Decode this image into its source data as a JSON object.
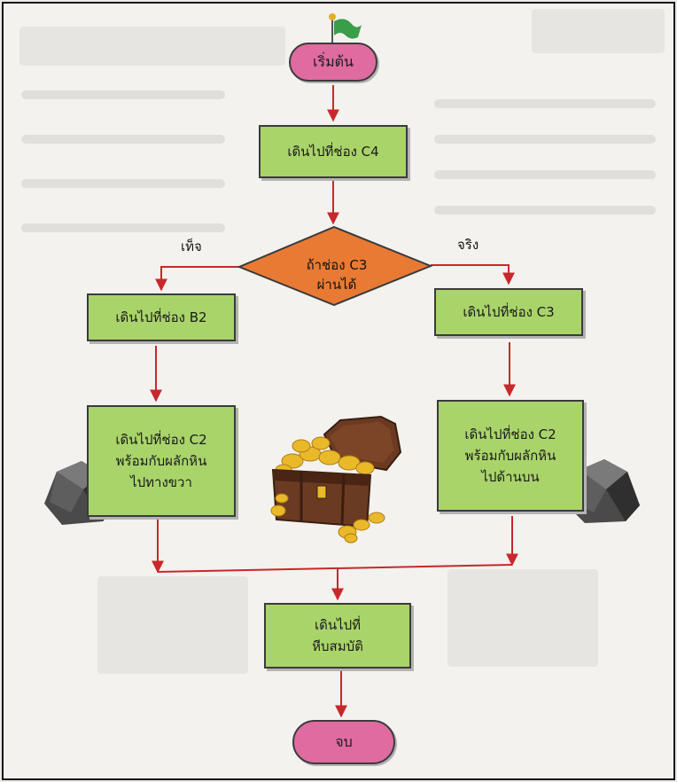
{
  "flowchart": {
    "start": "เริ่มต้น",
    "step1": "เดินไปที่ช่อง C4",
    "decision": {
      "line1": "ถ้าช่อง C3",
      "line2": "ผ่านได้"
    },
    "false_label": "เท็จ",
    "true_label": "จริง",
    "false_step1": "เดินไปที่ช่อง B2",
    "false_step2": {
      "line1": "เดินไปที่ช่อง C2",
      "line2": "พร้อมกับผลักหิน",
      "line3": "ไปทางขวา"
    },
    "true_step1": "เดินไปที่ช่อง C3",
    "true_step2": {
      "line1": "เดินไปที่ช่อง C2",
      "line2": "พร้อมกับผลักหิน",
      "line3": "ไปด้านบน"
    },
    "final_step": {
      "line1": "เดินไปที่",
      "line2": "หีบสมบัติ"
    },
    "end": "จบ"
  },
  "icons": [
    "flag-icon",
    "treasure-chest-icon",
    "rock-icon"
  ],
  "colors": {
    "process_box": "#a9d46a",
    "terminal": "#e06ba0",
    "decision": "#e87a34",
    "arrow": "#c8282b"
  }
}
